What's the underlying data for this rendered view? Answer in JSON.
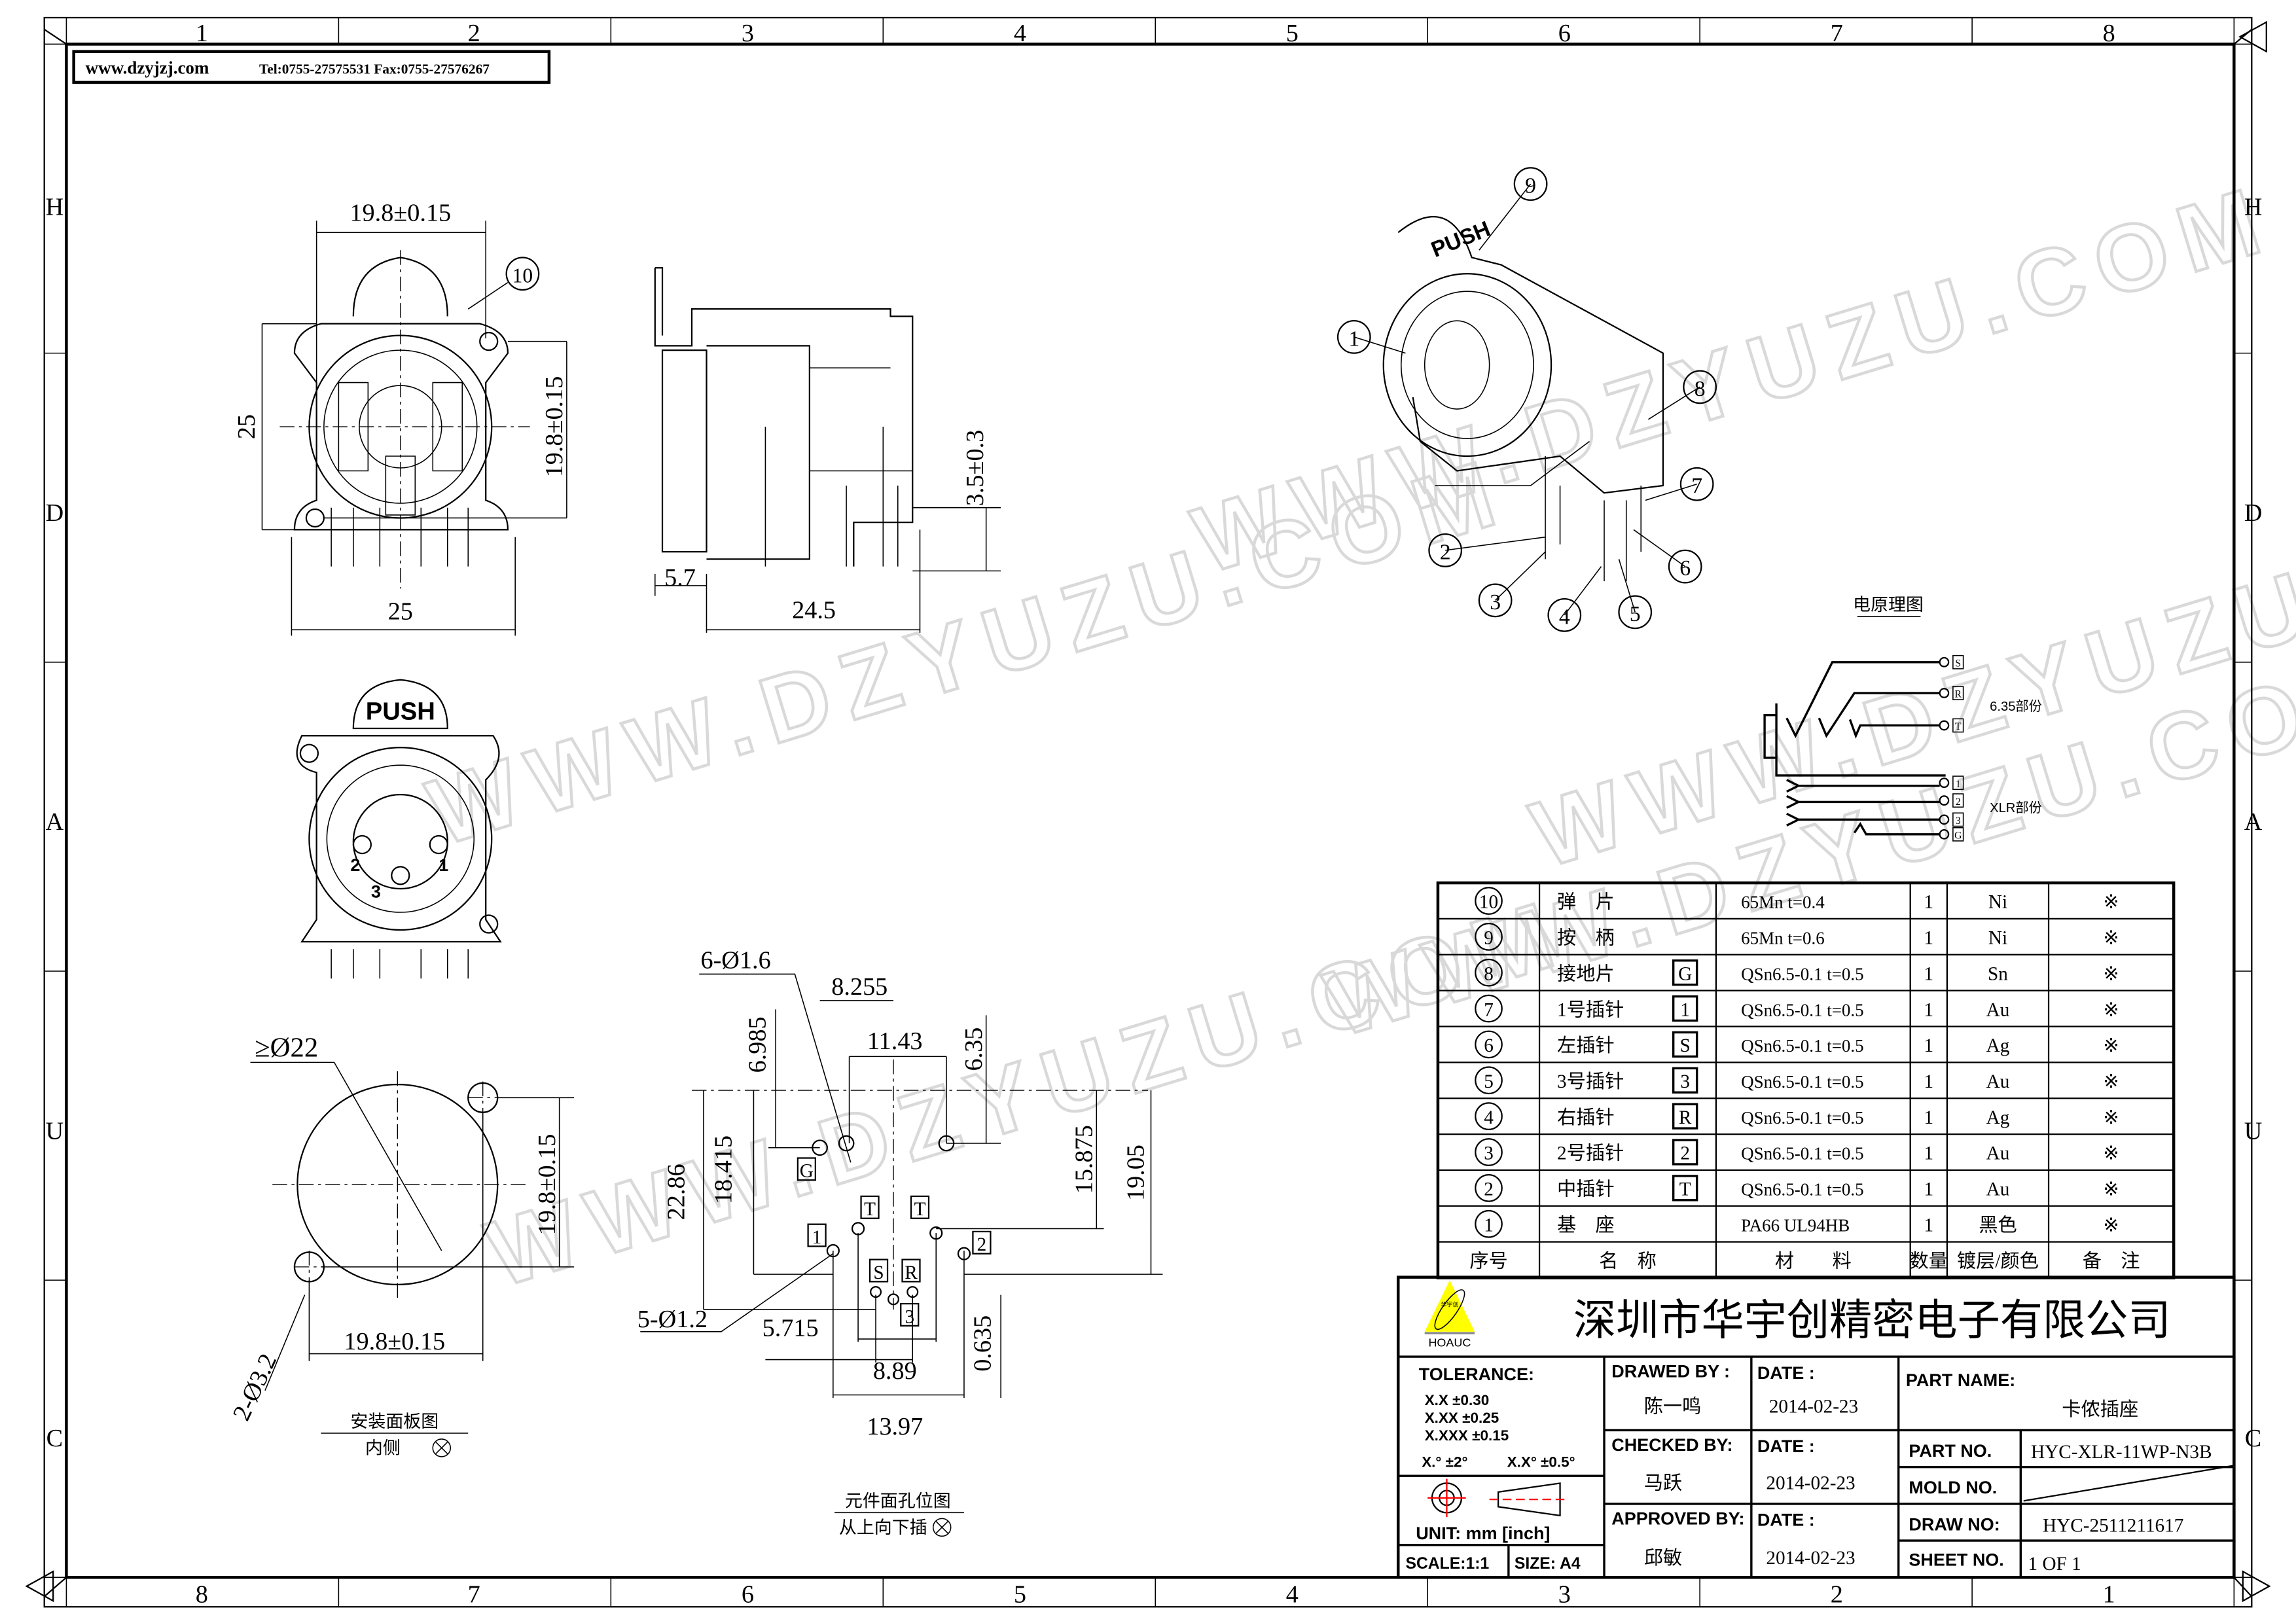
{
  "header": {
    "website": "www.dzyjzj.com",
    "contact": "Tel:0755-27575531  Fax:0755-27576267"
  },
  "watermark": "WWW.DZYUZU.COM",
  "grid": {
    "top_columns": [
      "1",
      "2",
      "3",
      "4",
      "5",
      "6",
      "7",
      "8"
    ],
    "bottom_columns": [
      "8",
      "7",
      "6",
      "5",
      "4",
      "3",
      "2",
      "1"
    ],
    "rows": [
      "H",
      "D",
      "A",
      "U",
      "C"
    ]
  },
  "front_view": {
    "width_tol": "19.8±0.15",
    "height": "25",
    "hole_pitch_v": "19.8±0.15",
    "width": "25",
    "balloon": "10"
  },
  "side_view": {
    "flange": "5.7",
    "depth": "24.5",
    "pin_height": "3.5±0.3"
  },
  "face_view": {
    "push_label": "PUSH",
    "pin_labels": [
      "2",
      "1",
      "3"
    ]
  },
  "iso_view": {
    "push_label": "PUSH",
    "balloons": [
      "1",
      "9",
      "8",
      "7",
      "6",
      "5",
      "4",
      "3",
      "2"
    ]
  },
  "panel_view": {
    "cutout": "≥Ø22",
    "pitch_v": "19.8±0.15",
    "pitch_h": "19.8±0.15",
    "mount_holes": "2-Ø3.2",
    "caption": "安装面板图",
    "subcaption": "内侧"
  },
  "hole_view": {
    "big_holes": "6-Ø1.6",
    "small_holes": "5-Ø1.2",
    "d1": "8.255",
    "d2": "11.43",
    "d3": "6.985",
    "d4": "6.35",
    "d5": "22.86",
    "d6": "18.415",
    "d7": "15.875",
    "d8": "19.05",
    "d9": "5.715",
    "d10": "8.89",
    "d11": "0.635",
    "d12": "13.97",
    "pin_tags": [
      "G",
      "T",
      "T",
      "1",
      "2",
      "S",
      "R",
      "3"
    ],
    "caption": "元件面孔位图",
    "subcaption": "从上向下插"
  },
  "schematic": {
    "title": "电原理图",
    "jack_terminals": [
      "S",
      "R",
      "T"
    ],
    "xlr_terminals": [
      "1",
      "2",
      "3",
      "G"
    ],
    "jack_label": "6.35部份",
    "xlr_label": "XLR部份"
  },
  "bom": {
    "headers": [
      "序号",
      "名　称",
      "材　　料",
      "数量",
      "镀层/颜色",
      "备　注"
    ],
    "rows": [
      {
        "no": "10",
        "name": "弹　片",
        "code": "",
        "material": "65Mn t=0.4",
        "qty": "1",
        "finish": "Ni",
        "note": "※"
      },
      {
        "no": "9",
        "name": "按　柄",
        "code": "",
        "material": "65Mn t=0.6",
        "qty": "1",
        "finish": "Ni",
        "note": "※"
      },
      {
        "no": "8",
        "name": "接地片",
        "code": "G",
        "material": "QSn6.5-0.1 t=0.5",
        "qty": "1",
        "finish": "Sn",
        "note": "※"
      },
      {
        "no": "7",
        "name": "1号插针",
        "code": "1",
        "material": "QSn6.5-0.1 t=0.5",
        "qty": "1",
        "finish": "Au",
        "note": "※"
      },
      {
        "no": "6",
        "name": "左插针",
        "code": "S",
        "material": "QSn6.5-0.1 t=0.5",
        "qty": "1",
        "finish": "Ag",
        "note": "※"
      },
      {
        "no": "5",
        "name": "3号插针",
        "code": "3",
        "material": "QSn6.5-0.1 t=0.5",
        "qty": "1",
        "finish": "Au",
        "note": "※"
      },
      {
        "no": "4",
        "name": "右插针",
        "code": "R",
        "material": "QSn6.5-0.1 t=0.5",
        "qty": "1",
        "finish": "Ag",
        "note": "※"
      },
      {
        "no": "3",
        "name": "2号插针",
        "code": "2",
        "material": "QSn6.5-0.1 t=0.5",
        "qty": "1",
        "finish": "Au",
        "note": "※"
      },
      {
        "no": "2",
        "name": "中插针",
        "code": "T",
        "material": "QSn6.5-0.1 t=0.5",
        "qty": "1",
        "finish": "Au",
        "note": "※"
      },
      {
        "no": "1",
        "name": "基　座",
        "code": "",
        "material": "PA66 UL94HB",
        "qty": "1",
        "finish": "黑色",
        "note": "※"
      }
    ]
  },
  "title_block": {
    "logo_text": "HOAUC",
    "logo_cn": "华宇创",
    "logo_color": "#ffff00",
    "company": "深圳市华宇创精密电子有限公司",
    "tolerance_label": "TOLERANCE:",
    "tolerances": [
      "X.X    ±0.30",
      "X.XX   ±0.25",
      "X.XXX ±0.15"
    ],
    "angle_tol": [
      "X.° ±2°",
      "X.X° ±0.5°"
    ],
    "unit": "UNIT:  mm  [inch]",
    "scale": "SCALE:1:1",
    "size": "SIZE:  A4",
    "drawn_by_label": "DRAWED BY :",
    "drawn_by": "陈一鸣",
    "checked_by_label": "CHECKED BY:",
    "checked_by": "马跃",
    "approved_by_label": "APPROVED BY:",
    "approved_by": "邱敏",
    "date_label": "DATE :",
    "dates": [
      "2014-02-23",
      "2014-02-23",
      "2014-02-23"
    ],
    "part_name_label": "PART NAME:",
    "part_name": "卡侬插座",
    "part_no_label": "PART NO.",
    "part_no": "HYC-XLR-11WP-N3B",
    "mold_no_label": "MOLD NO.",
    "draw_no_label": "DRAW NO:",
    "draw_no": "HYC-2511211617",
    "sheet_no_label": "SHEET NO.",
    "sheet_no": "1 OF 1"
  }
}
